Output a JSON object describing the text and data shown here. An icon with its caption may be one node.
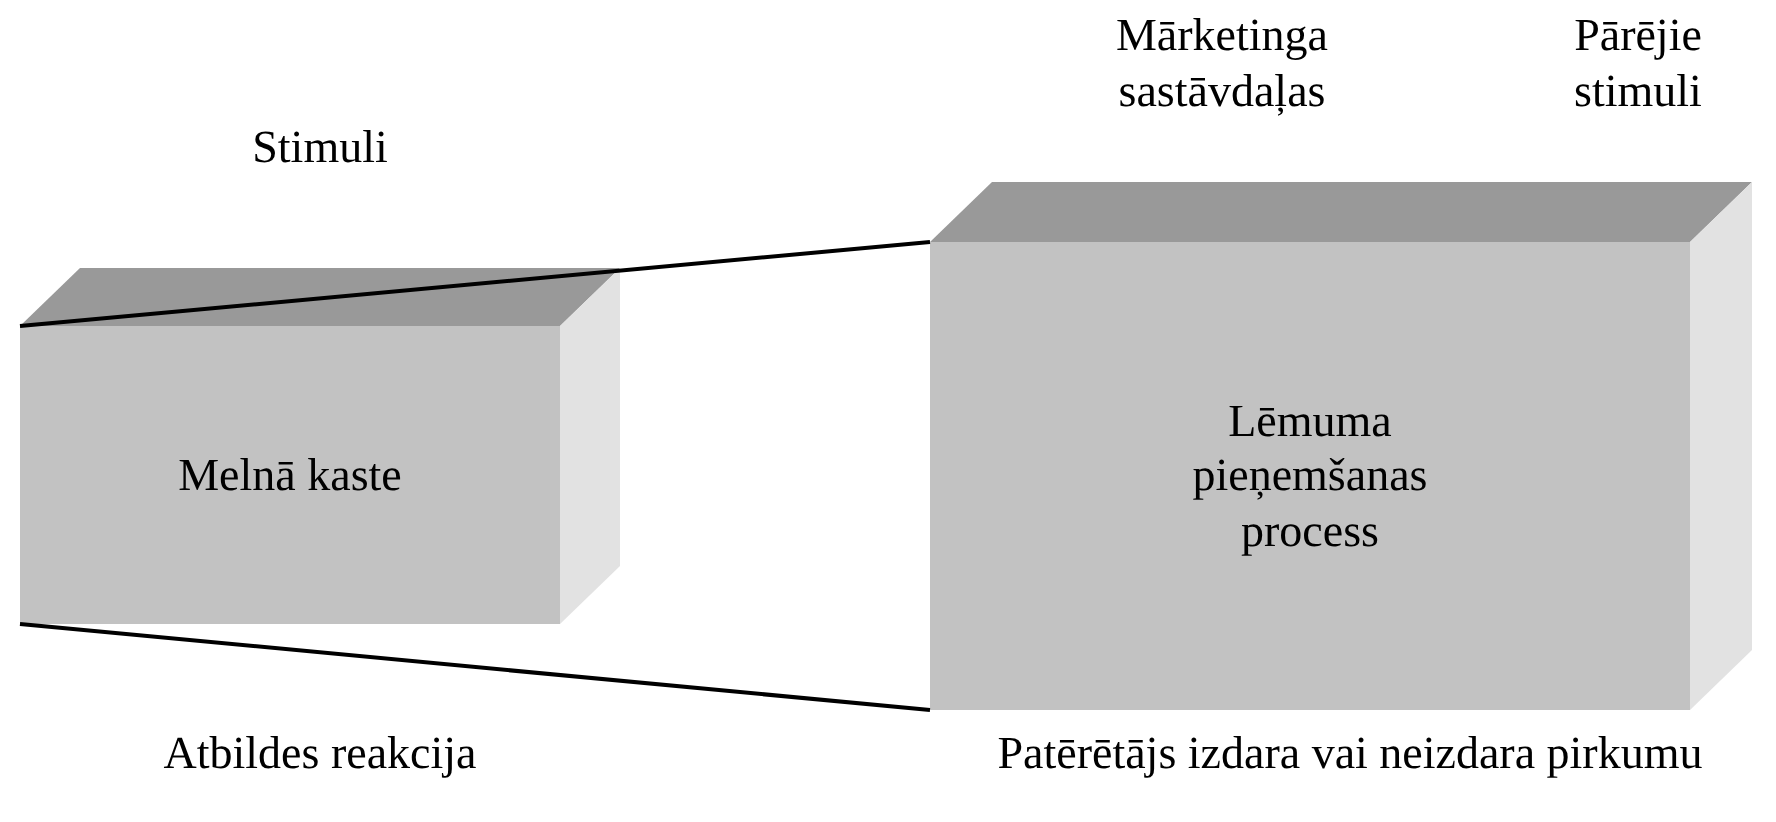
{
  "diagram": {
    "nodes": [
      {
        "text": [
          "Melnā kaste"
        ]
      },
      {
        "text": [
          "Lēmuma pieņemšanas process"
        ]
      }
    ],
    "edges": [
      {
        "from": 0,
        "to": 1,
        "arrow": "none"
      },
      {
        "from": 0,
        "to": 1,
        "arrow": "none"
      }
    ],
    "labels": [
      "Mārketinga sastāvdaļas",
      "Pārējie stimuli",
      "Stimuli",
      "Atbildes reakcija",
      "Patērētājs izdara vai neizdara pirkumu"
    ]
  }
}
